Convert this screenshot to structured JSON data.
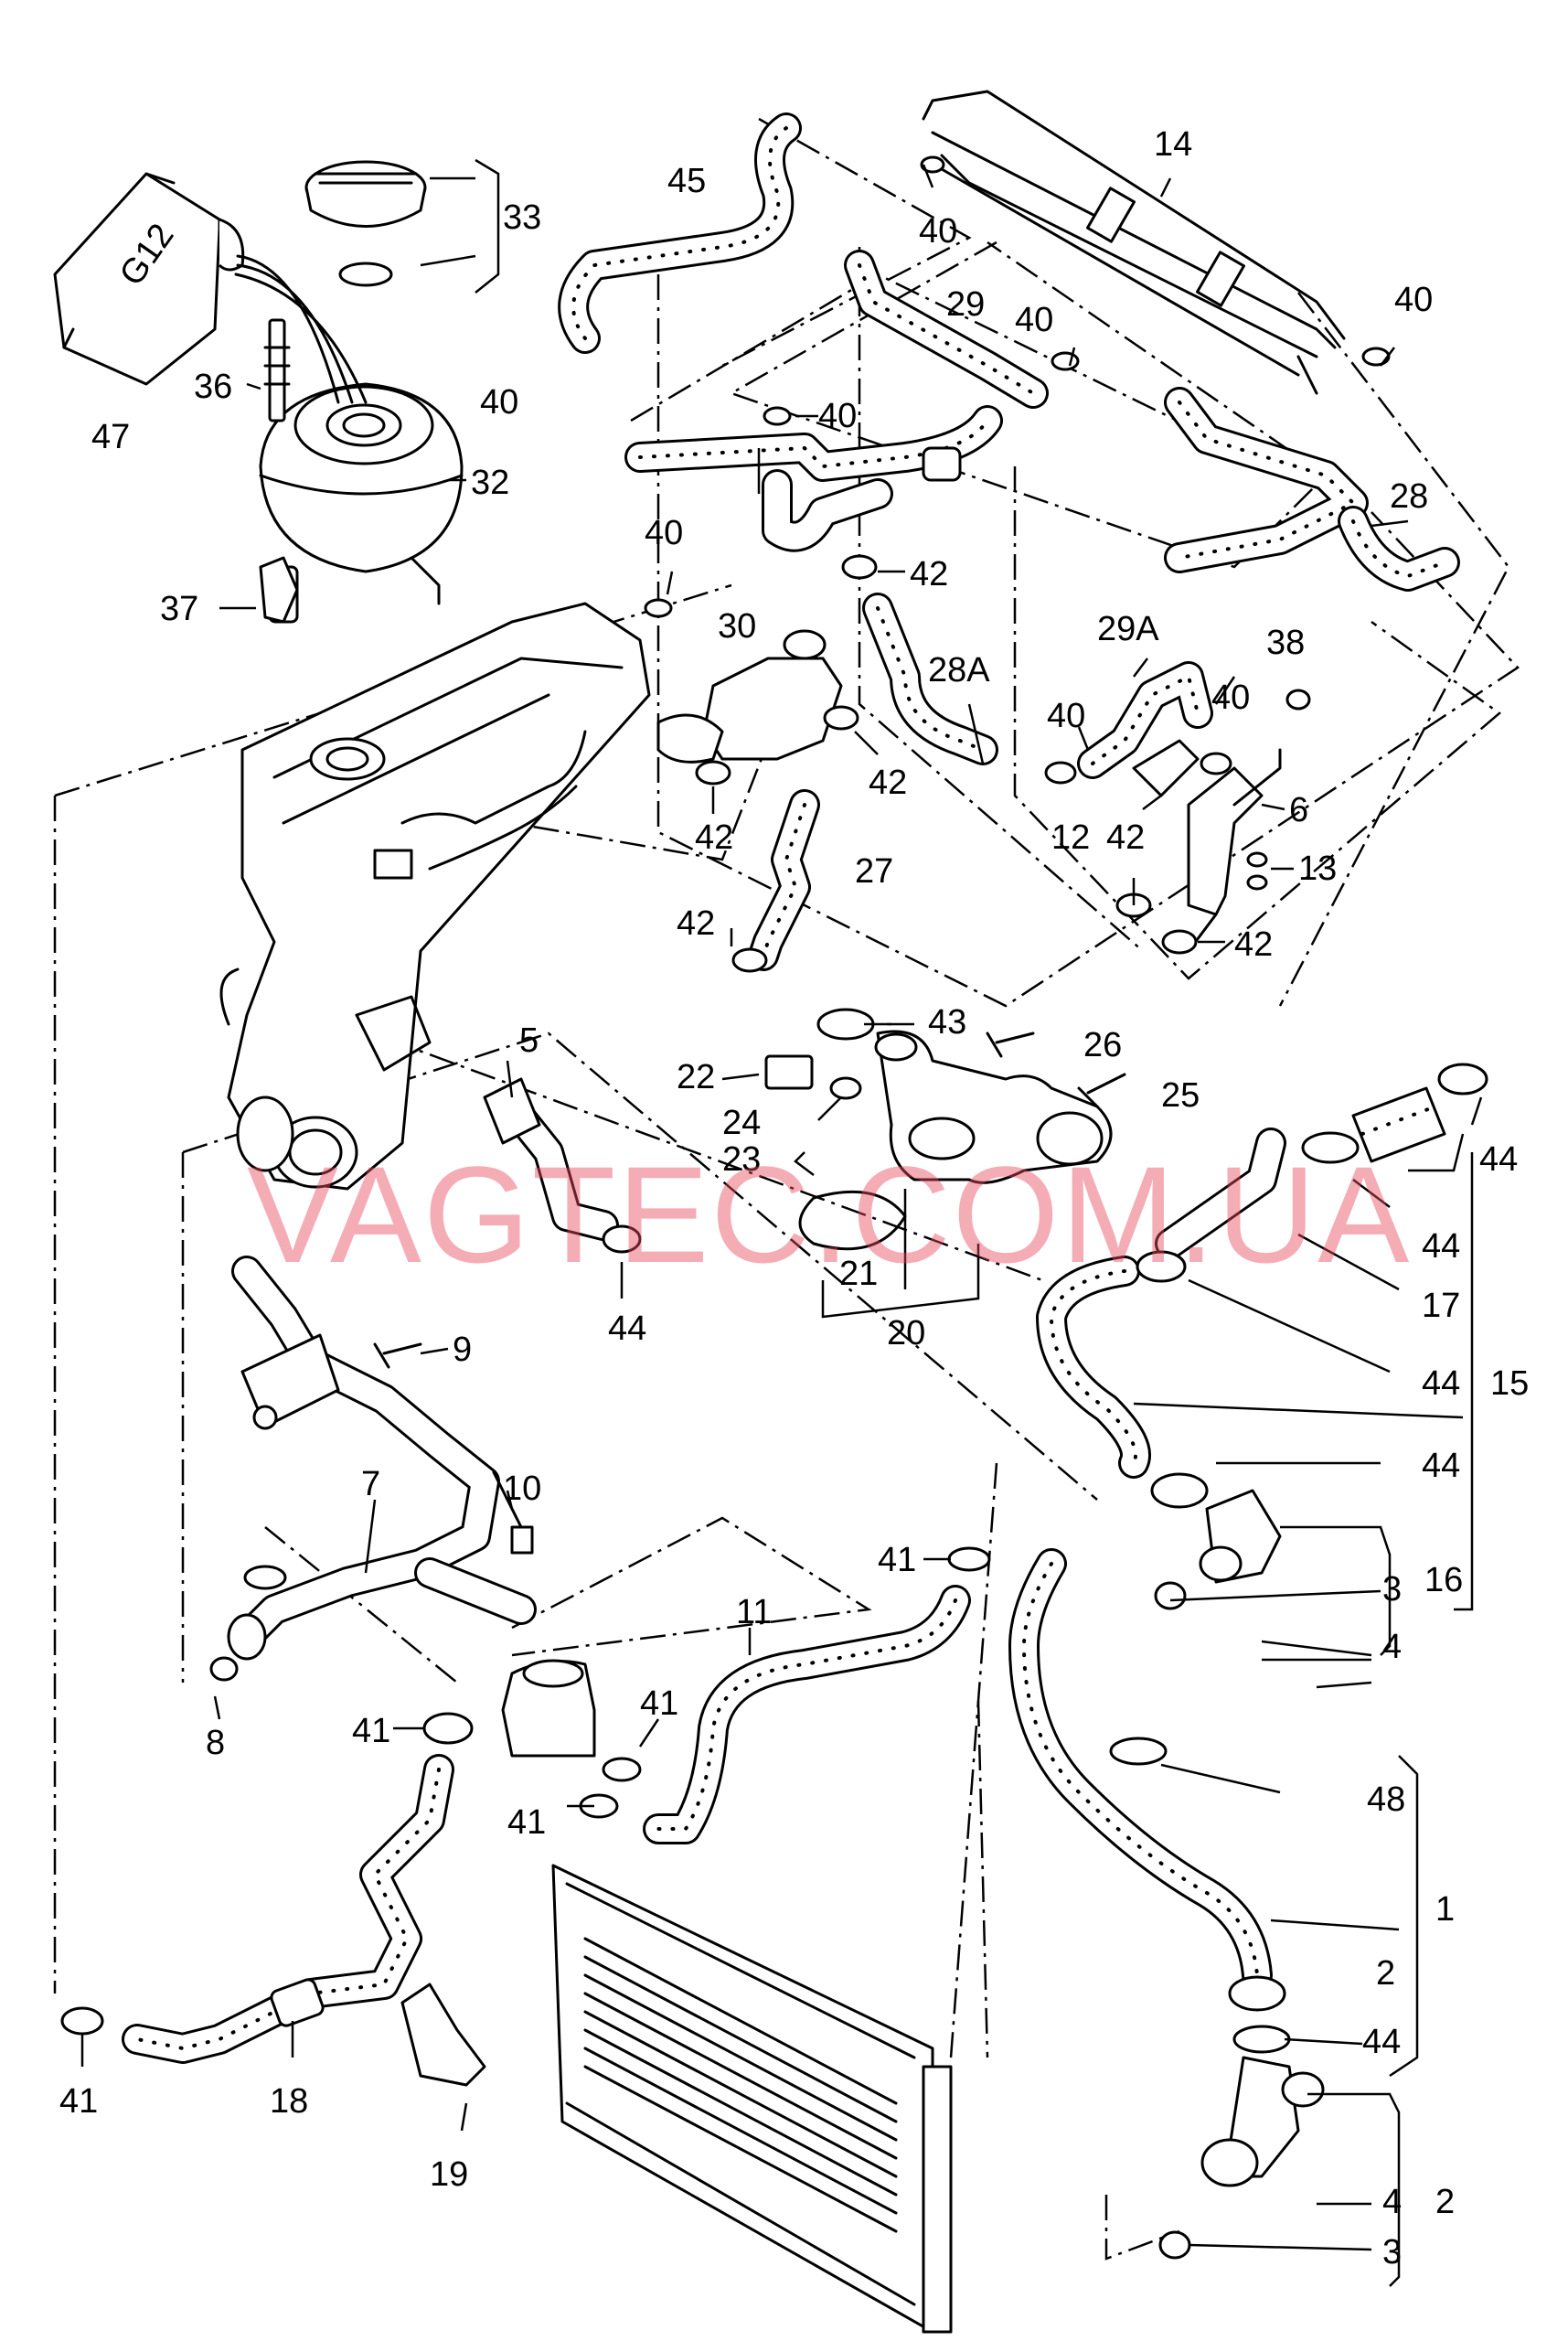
{
  "watermark": "VAGTEC.COM.UA",
  "tank_marking": "G12",
  "labels": {
    "l1": "1",
    "l2a": "2",
    "l2b": "2",
    "l3a": "3",
    "l3b": "3",
    "l4a": "4",
    "l4b": "4",
    "l5": "5",
    "l6": "6",
    "l7": "7",
    "l8": "8",
    "l9": "9",
    "l10": "10",
    "l11": "11",
    "l12": "12",
    "l13": "13",
    "l14": "14",
    "l15": "15",
    "l16": "16",
    "l17": "17",
    "l18": "18",
    "l19": "19",
    "l20": "20",
    "l21": "21",
    "l22": "22",
    "l23": "23",
    "l24": "24",
    "l25": "25",
    "l26": "26",
    "l27": "27",
    "l28": "28",
    "l28a": "28A",
    "l29": "29",
    "l29a": "29A",
    "l30": "30",
    "l32": "32",
    "l33": "33",
    "l36": "36",
    "l37": "37",
    "l38": "38",
    "l40a": "40",
    "l40b": "40",
    "l40c": "40",
    "l40d": "40",
    "l40e": "40",
    "l40f": "40",
    "l40g": "40",
    "l40h": "40",
    "l41a": "41",
    "l41b": "41",
    "l41c": "41",
    "l41d": "41",
    "l41e": "41",
    "l42a": "42",
    "l42b": "42",
    "l42c": "42",
    "l42d": "42",
    "l42e": "42",
    "l42f": "42",
    "l43": "43",
    "l44a": "44",
    "l44b": "44",
    "l44c": "44",
    "l44d": "44",
    "l44e": "44",
    "l44f": "44",
    "l45": "45",
    "l47": "47",
    "l48": "48"
  }
}
